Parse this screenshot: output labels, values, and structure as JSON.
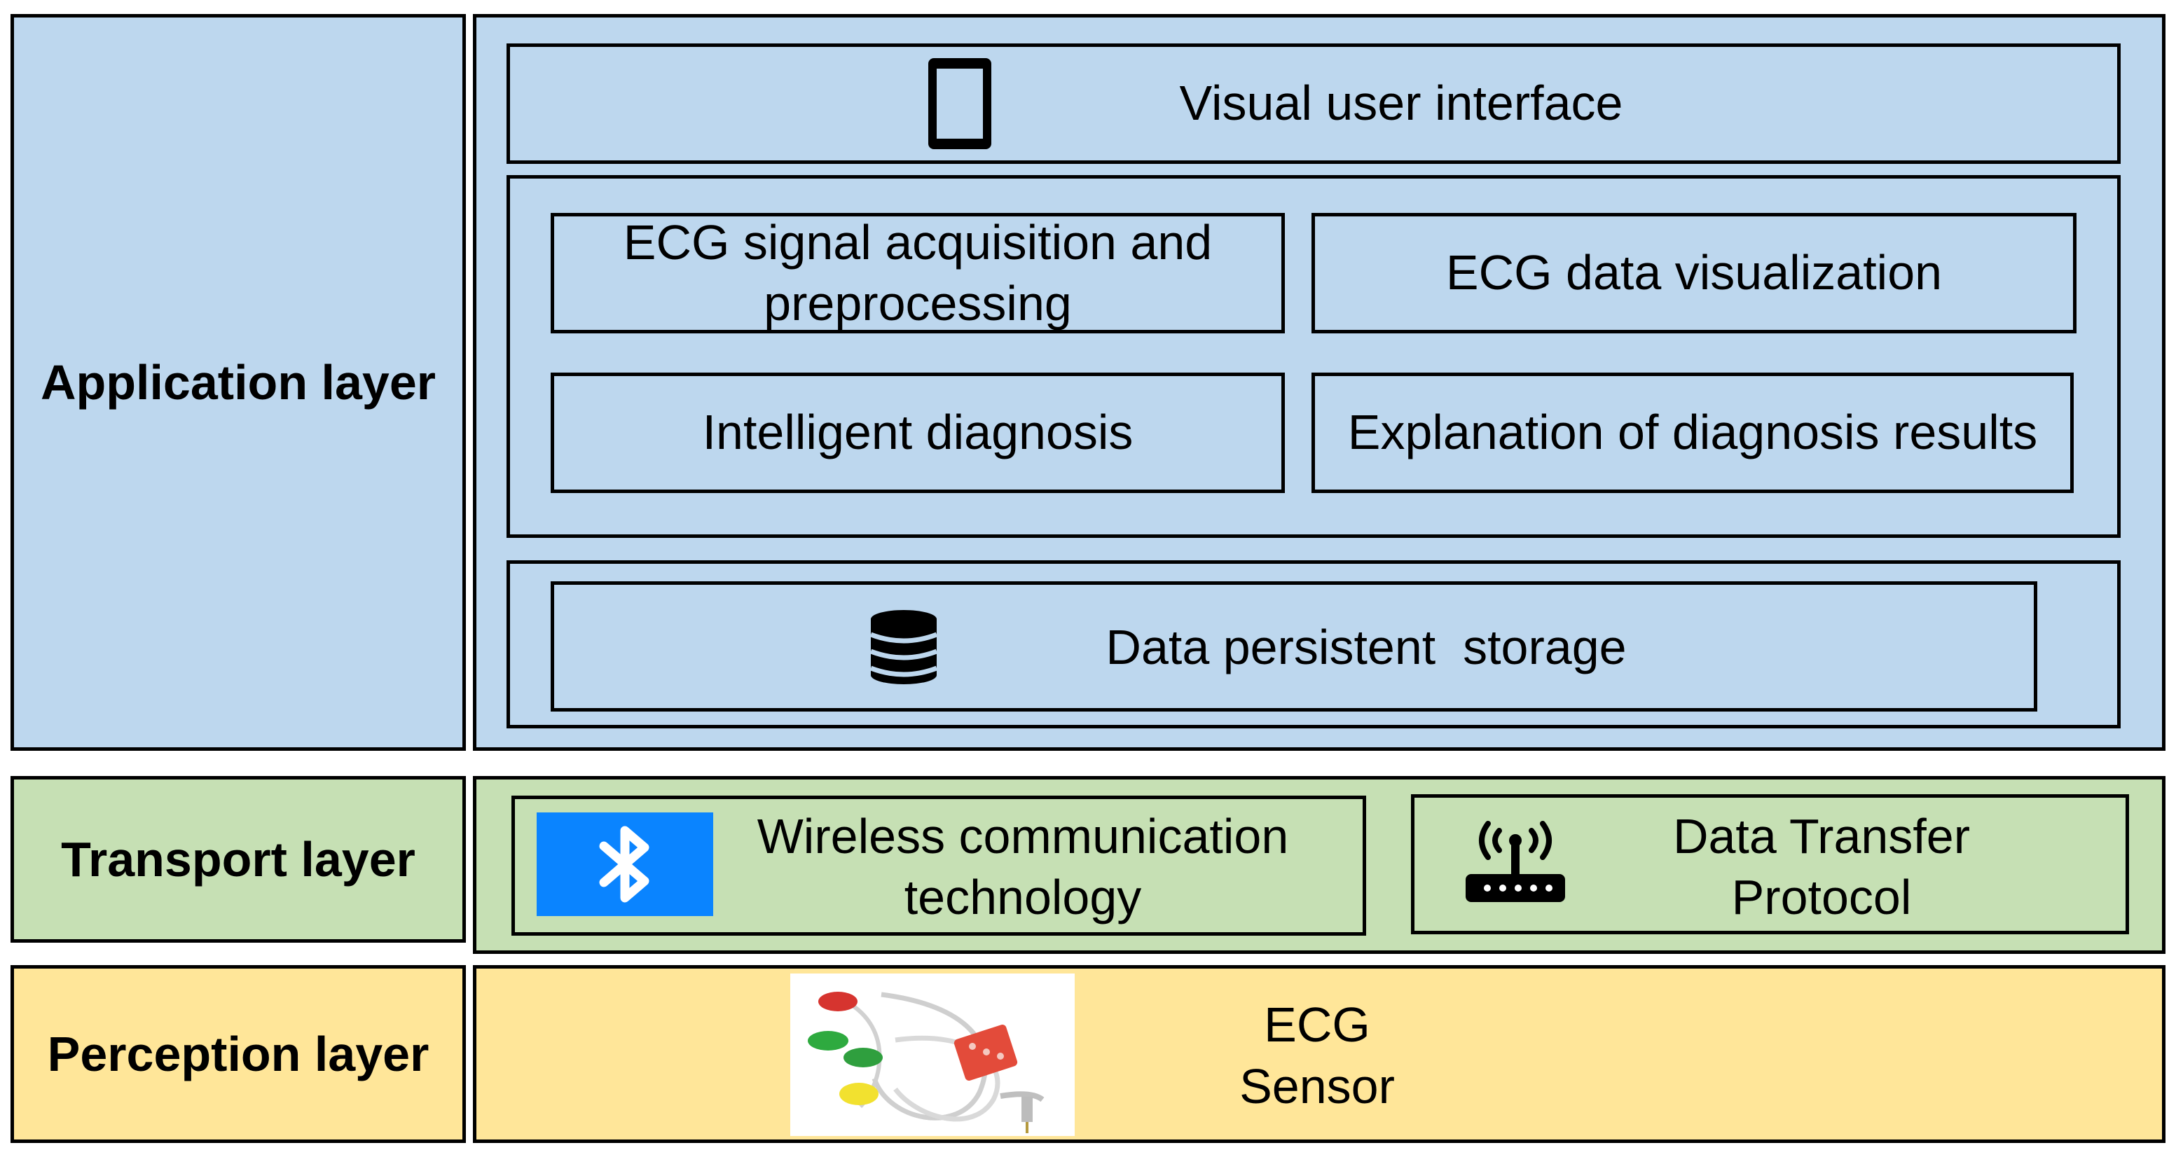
{
  "layers": {
    "application": {
      "label": "Application layer",
      "visual_user_interface": "Visual user interface",
      "ecg_signal_acquisition": "ECG signal acquisition and preprocessing",
      "ecg_data_visualization": "ECG data visualization",
      "intelligent_diagnosis": "Intelligent diagnosis",
      "explanation_results": "Explanation of diagnosis results",
      "data_persistent_storage": "Data persistent  storage",
      "icons": [
        "tablet-icon",
        "database-icon"
      ]
    },
    "transport": {
      "label": "Transport layer",
      "wireless_communication": "Wireless communication technology",
      "data_transfer_protocol": "Data Transfer Protocol",
      "icons": [
        "bluetooth-icon",
        "wifi-router-icon"
      ]
    },
    "perception": {
      "label": "Perception layer",
      "ecg_sensor": "ECG Sensor",
      "image": "ecg-sensor-photo"
    }
  },
  "colors": {
    "application_fill": "#bdd7ee",
    "transport_fill": "#c6e0b4",
    "perception_fill": "#ffe699",
    "bluetooth_blue": "#0a84ff"
  }
}
